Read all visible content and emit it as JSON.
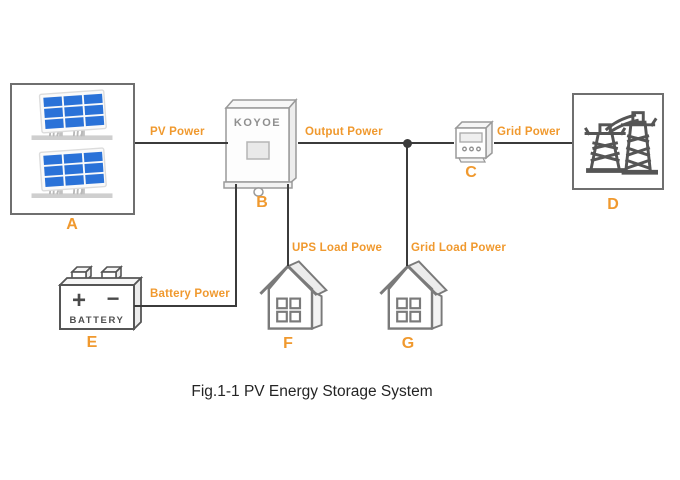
{
  "figure": {
    "caption": "Fig.1-1 PV Energy Storage System"
  },
  "colors": {
    "label_orange": "#F0992E",
    "wire_dark": "#3B3B3B",
    "solar_blue": "#2A72D8",
    "icon_gray": "#6F6F6F",
    "tower_gray": "#555555"
  },
  "nodes": {
    "pv_array": {
      "letter": "A"
    },
    "inverter": {
      "letter": "B",
      "brand": "KOYOE"
    },
    "energy_meter": {
      "letter": "C"
    },
    "utility_grid": {
      "letter": "D"
    },
    "battery": {
      "letter": "E",
      "text": "BATTERY",
      "plus": "+",
      "minus": "−"
    },
    "ups_load_house": {
      "letter": "F"
    },
    "grid_load_house": {
      "letter": "G"
    }
  },
  "wires": {
    "pv_power": {
      "label": "PV Power"
    },
    "output_power": {
      "label": "Output Power"
    },
    "grid_power": {
      "label": "Grid Power"
    },
    "battery_power": {
      "label": "Battery Power"
    },
    "ups_load_power": {
      "label": "UPS Load Powe"
    },
    "grid_load_power": {
      "label": "Grid Load Power"
    }
  }
}
